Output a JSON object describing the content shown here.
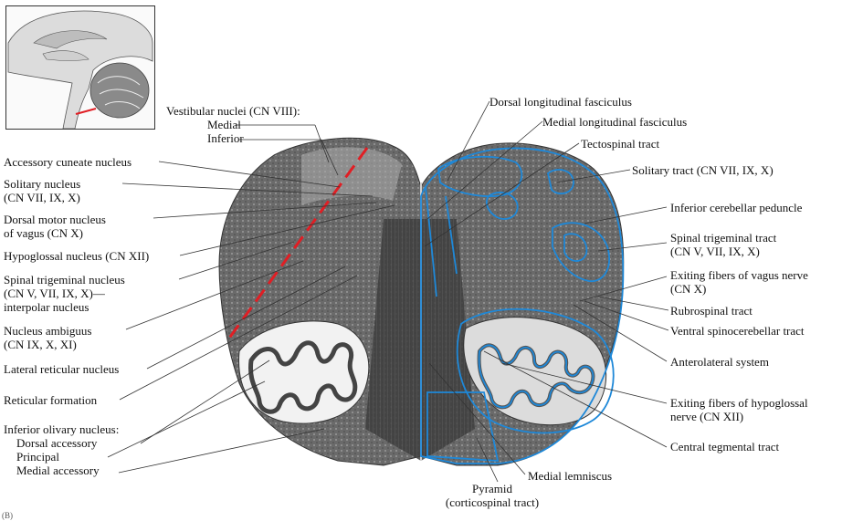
{
  "colors": {
    "outline": "#1e88d8",
    "cut_line": "#e01e24",
    "tissue_dark": "#3a3a3a",
    "tissue_light": "#9a9a9a"
  },
  "figure_tag": "(B)",
  "labels": {
    "vestibular": [
      "Vestibular nuclei (CN VIII):",
      "Medial",
      "Inferior"
    ],
    "accessory_cuneate": [
      "Accessory cuneate nucleus"
    ],
    "solitary_nucleus": [
      "Solitary nucleus",
      "(CN VII, IX, X)"
    ],
    "dorsal_motor": [
      "Dorsal motor nucleus",
      "of vagus (CN X)"
    ],
    "hypoglossal_nucleus": [
      "Hypoglossal nucleus (CN XII)"
    ],
    "spinal_trig_nucleus": [
      "Spinal trigeminal nucleus",
      "(CN V, VII, IX, X)—",
      "interpolar nucleus"
    ],
    "nucleus_ambiguus": [
      "Nucleus ambiguus",
      "(CN IX, X, XI)"
    ],
    "lateral_reticular": [
      "Lateral reticular nucleus"
    ],
    "reticular_formation": [
      "Reticular formation"
    ],
    "inferior_olivary": [
      "Inferior olivary nucleus:",
      "Dorsal accessory",
      "Principal",
      "Medial accessory"
    ],
    "dorsal_longitudinal": [
      "Dorsal longitudinal fasciculus"
    ],
    "medial_longitudinal": [
      "Medial longitudinal fasciculus"
    ],
    "tectospinal": [
      "Tectospinal tract"
    ],
    "solitary_tract": [
      "Solitary tract (CN VII, IX, X)"
    ],
    "inferior_cerebellar": [
      "Inferior cerebellar peduncle"
    ],
    "spinal_trig_tract": [
      "Spinal trigeminal tract",
      "(CN V, VII, IX, X)"
    ],
    "vagus_fibers": [
      "Exiting fibers of vagus nerve",
      "(CN X)"
    ],
    "rubrospinal": [
      "Rubrospinal tract"
    ],
    "ventral_spinocerebellar": [
      "Ventral spinocerebellar tract"
    ],
    "anterolateral": [
      "Anterolateral system"
    ],
    "hypoglossal_fibers": [
      "Exiting fibers of hypoglossal",
      "nerve (CN XII)"
    ],
    "central_tegmental": [
      "Central tegmental tract"
    ],
    "medial_lemniscus": [
      "Medial lemniscus"
    ],
    "pyramid": [
      "Pyramid",
      "(corticospinal tract)"
    ]
  }
}
